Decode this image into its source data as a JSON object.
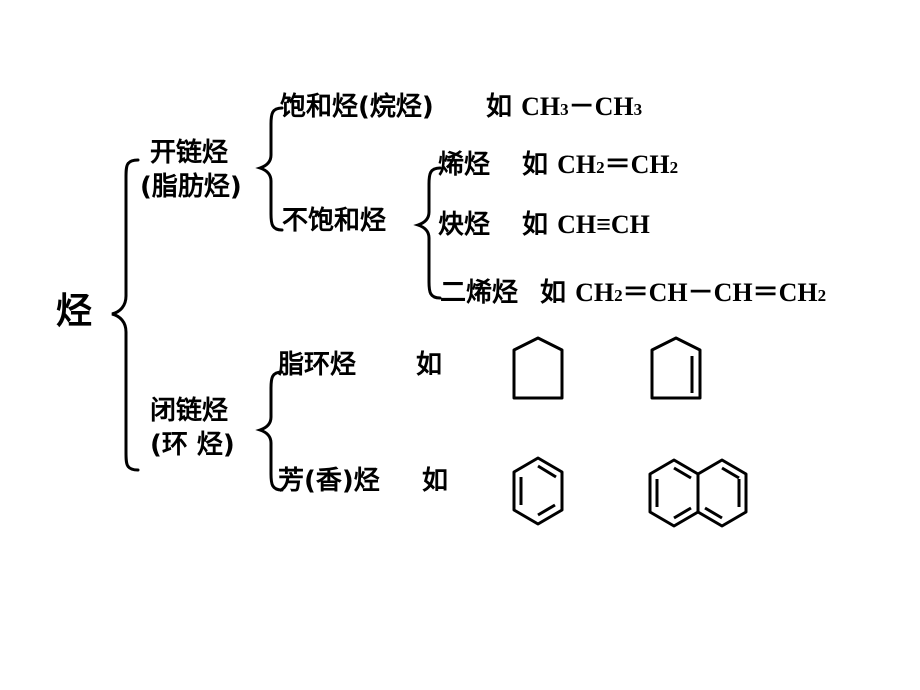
{
  "root": "烃",
  "open_chain": {
    "line1": "开链烃",
    "line2": "(脂肪烃)"
  },
  "closed_chain": {
    "line1": "闭链烃",
    "line2": "(环 烃)"
  },
  "saturated": {
    "label": "饱和烃(烷烃)",
    "ru": "如",
    "formula": [
      "CH",
      "3",
      "－CH",
      "3"
    ]
  },
  "unsaturated": {
    "label": "不饱和烃"
  },
  "alkene": {
    "label": "烯烃",
    "ru": "如",
    "formula": [
      "CH",
      "2",
      "＝CH",
      "2"
    ]
  },
  "alkyne": {
    "label": "炔烃",
    "ru": "如",
    "formula": [
      "CH≡CH"
    ]
  },
  "diene": {
    "label": "二烯烃",
    "ru": "如",
    "formula": [
      "CH",
      "2",
      "＝CH－CH＝CH",
      "2"
    ]
  },
  "alicyclic": {
    "label": "脂环烃",
    "ru": "如",
    "structures": [
      "cyclopentane",
      "cyclopentene"
    ]
  },
  "aromatic": {
    "label": "芳(香)烃",
    "ru": "如",
    "structures": [
      "benzene",
      "naphthalene"
    ]
  }
}
